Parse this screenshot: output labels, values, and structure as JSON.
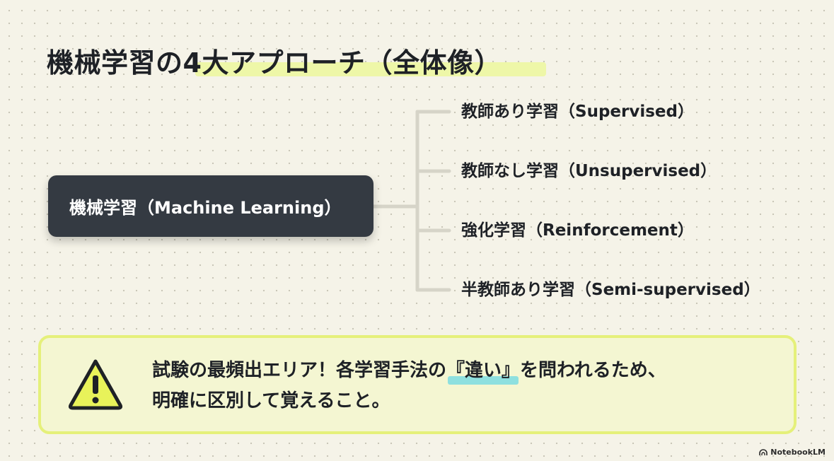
{
  "title": "機械学習の4大アプローチ（全体像）",
  "root": {
    "label": "機械学習（Machine Learning）"
  },
  "branches": [
    {
      "label": "教師あり学習（Supervised）"
    },
    {
      "label": "教師なし学習（Unsupervised）"
    },
    {
      "label": "強化学習（Reinforcement）"
    },
    {
      "label": "半教師あり学習（Semi-supervised）"
    }
  ],
  "callout": {
    "icon": "warning-icon",
    "line1_before": "試験の最頻出エリア！各学習手法の",
    "line1_highlight": "『違い』",
    "line1_after": "を問われるため、",
    "line2": "明確に区別して覚えること。"
  },
  "watermark": {
    "icon": "notebooklm-logo-icon",
    "label": "NotebookLM"
  },
  "colors": {
    "background": "#f5f3e8",
    "root_node": "#343a42",
    "connector": "#d6d4c8",
    "title_highlight": "#eef7a8",
    "callout_border": "#e5f07a",
    "callout_background": "#f4f6d2",
    "warning_fill": "#e8f25a",
    "text_highlight": "#8ee0df"
  }
}
